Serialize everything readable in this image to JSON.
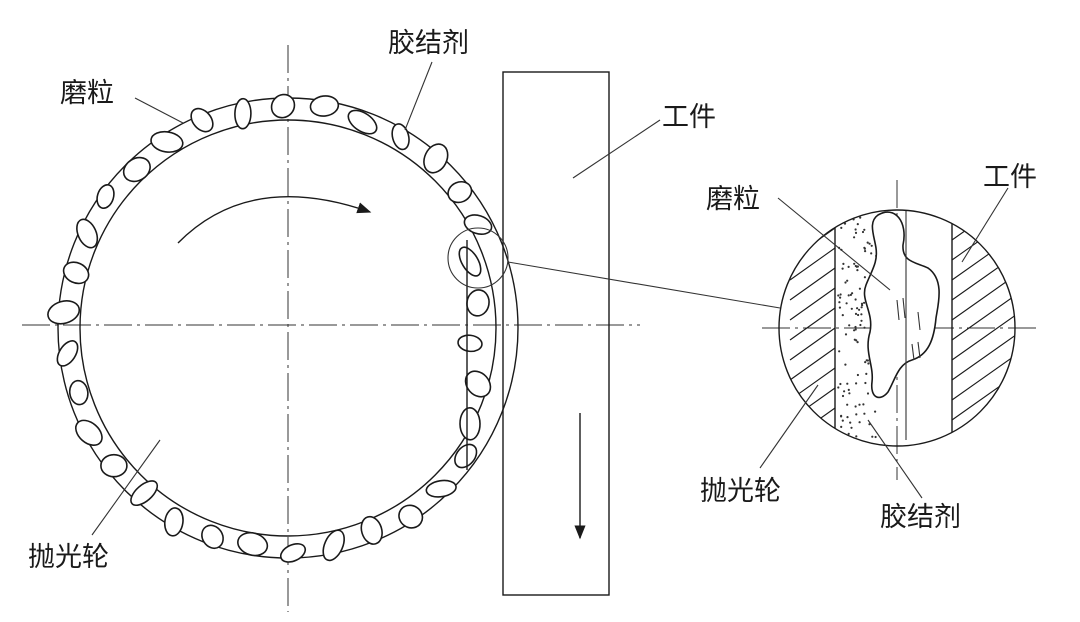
{
  "labels": {
    "abrasive_grain": "磨粒",
    "binder": "胶结剂",
    "workpiece": "工件",
    "polishing_wheel": "抛光轮"
  },
  "detail_labels": {
    "abrasive_grain": "磨粒",
    "workpiece": "工件",
    "polishing_wheel": "抛光轮",
    "binder": "胶结剂"
  },
  "colors": {
    "line": "#1a1a1a",
    "background": "#ffffff"
  }
}
